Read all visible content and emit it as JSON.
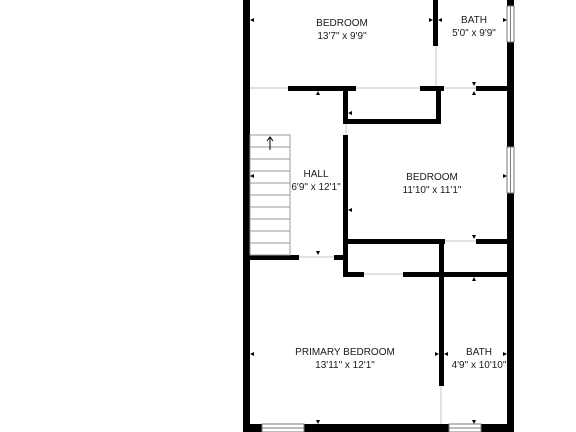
{
  "rooms": [
    {
      "id": "bedroom-top",
      "name": "BEDROOM",
      "dims": "13'7\" x 9'9\""
    },
    {
      "id": "bath-top",
      "name": "BATH",
      "dims": "5'0\" x 9'9\""
    },
    {
      "id": "hall",
      "name": "HALL",
      "dims": "6'9\" x 12'1\""
    },
    {
      "id": "bedroom-middle",
      "name": "BEDROOM",
      "dims": "11'10\" x 11'1\""
    },
    {
      "id": "primary-bedroom",
      "name": "PRIMARY BEDROOM",
      "dims": "13'11\" x 12'1\""
    },
    {
      "id": "bath-bottom",
      "name": "BATH",
      "dims": "4'9\" x 10'10\""
    }
  ],
  "colors": {
    "wall": "#000000",
    "background": "#ffffff",
    "opening": "#cfcfcf"
  }
}
